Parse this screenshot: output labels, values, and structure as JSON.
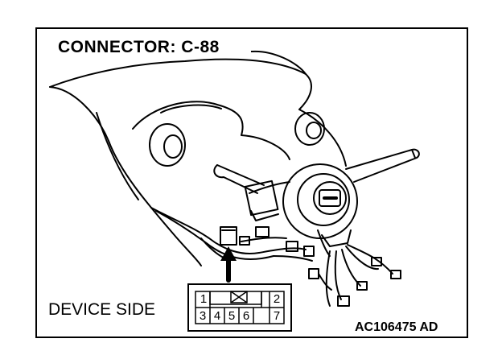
{
  "diagram": {
    "title": "CONNECTOR: C-88",
    "caption": "DEVICE SIDE",
    "figure_code": "AC106475 AD",
    "connector_pins": {
      "top_row": [
        "1",
        "2"
      ],
      "bottom_row": [
        "3",
        "4",
        "5",
        "6",
        "7"
      ]
    }
  }
}
